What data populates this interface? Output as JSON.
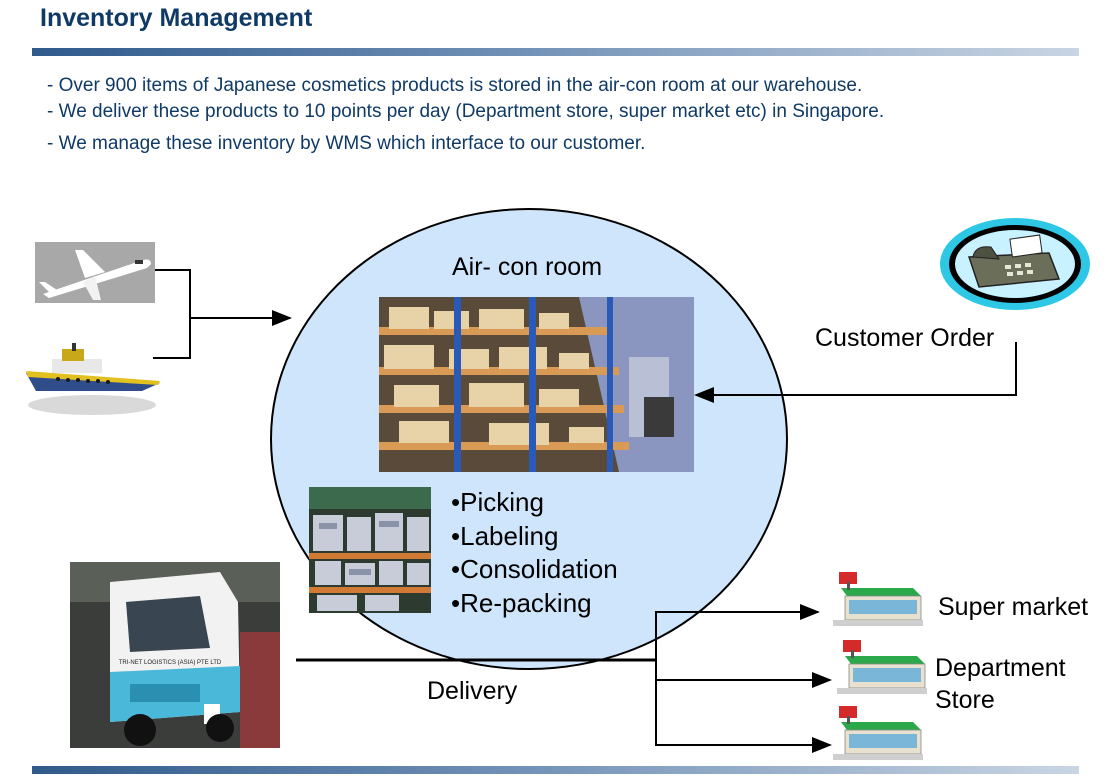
{
  "header": {
    "title": "Inventory Management"
  },
  "bullets": [
    "- Over 900 items of Japanese cosmetics products is stored in the air-con room at our warehouse.",
    "- We deliver these products to 10 points per day (Department store, super market etc) in Singapore.",
    "- We manage these inventory by WMS which interface to our customer."
  ],
  "diagram": {
    "room_label": "Air- con room",
    "tasks": [
      "•Picking",
      "•Labeling",
      "•Consolidation",
      "•Re-packing"
    ],
    "customer_order_label": "Customer Order",
    "delivery_label": "Delivery",
    "destinations": {
      "supermarket": "Super market",
      "department_line1": "Department",
      "department_line2": "Store"
    },
    "truck_text": "TRI-NET LOGISTICS (ASIA) PTE LTD"
  },
  "icons": [
    "airplane-icon",
    "ship-icon",
    "fax-icon",
    "truck-photo",
    "store-icon"
  ],
  "colors": {
    "title": "#103a66",
    "circle_fill": "#cfe5fb",
    "fax_ring": "#2ec8e6",
    "store_roof": "#2aa84a"
  }
}
